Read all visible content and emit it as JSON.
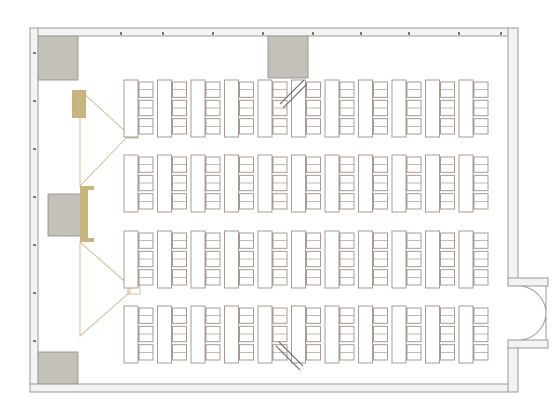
{
  "floor_plan": {
    "colors": {
      "wall": "#9a9a9a",
      "wall_fill": "#f3f3f1",
      "pillar_fill": "#c4c1b8",
      "pillar_stroke": "#8c8a84",
      "furniture": "#a89b93",
      "projection": "#c8b98a",
      "projector": "#c8b57d",
      "screen_bar": "#c8b57d",
      "window_mark": "#7a7a7a"
    },
    "layout": {
      "seat_blocks": 4,
      "table_columns": 11,
      "chairs_per_table": 3
    },
    "icons": {
      "door": "double-swing-door-icon",
      "projector": "projector-icon",
      "screen": "projection-screen-icon"
    }
  }
}
